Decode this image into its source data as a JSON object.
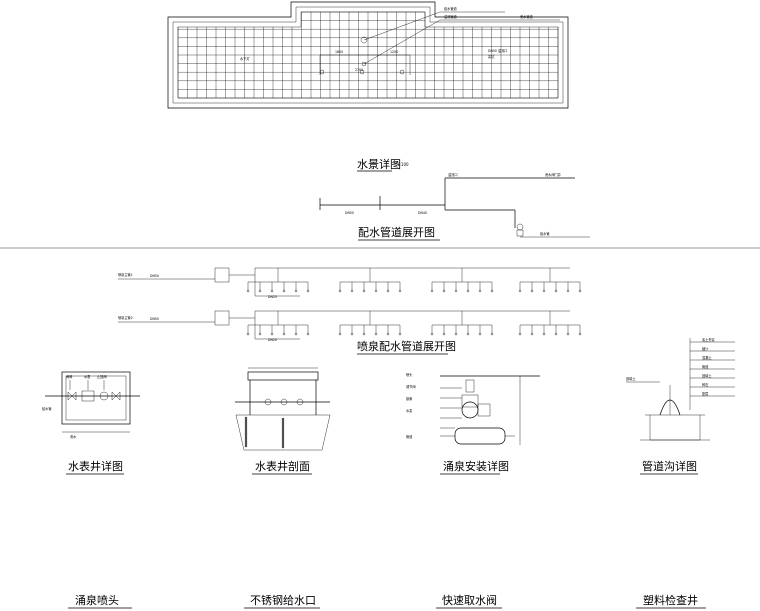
{
  "pool_plan": {
    "labels": [
      "给水管道",
      "溢流管道",
      "泄水管道",
      "DN50 溢流口",
      "泵坑",
      "水下灯"
    ],
    "dims": [
      "1800",
      "2700",
      "1200"
    ]
  },
  "water_scene_detail": {
    "title": "水景详图",
    "scale": "1:100"
  },
  "supply_pipe": {
    "title": "配水管道展开图",
    "labels": [
      "溢流口",
      "DN50",
      "DN40",
      "泄水阀门井",
      "给水管"
    ]
  },
  "spray_pipe": {
    "title": "喷泉配水管道展开图",
    "row_labels": [
      "喷泉主管1",
      "喷泉主管2"
    ],
    "pipe_specs": [
      "DN50",
      "DN25",
      "DN20"
    ]
  },
  "meter_well": {
    "title": "水表井详图",
    "labels": [
      "水表",
      "止回阀",
      "闸阀",
      "给水管",
      "泄水"
    ]
  },
  "meter_section": {
    "title": "水表井剖面"
  },
  "fountain_install": {
    "title": "涌泉安装详图",
    "labels": [
      "喷头",
      "调节阀",
      "接管",
      "水泵",
      "管道"
    ]
  },
  "trench_detail": {
    "title": "管道沟详图",
    "labels": [
      "素土夯实",
      "细沙",
      "混凝土",
      "管道",
      "回填土",
      "碎石",
      "垫层"
    ]
  },
  "bottom_titles": [
    "涌泉喷头",
    "不锈钢给水口",
    "快速取水阀",
    "塑料检查井"
  ]
}
